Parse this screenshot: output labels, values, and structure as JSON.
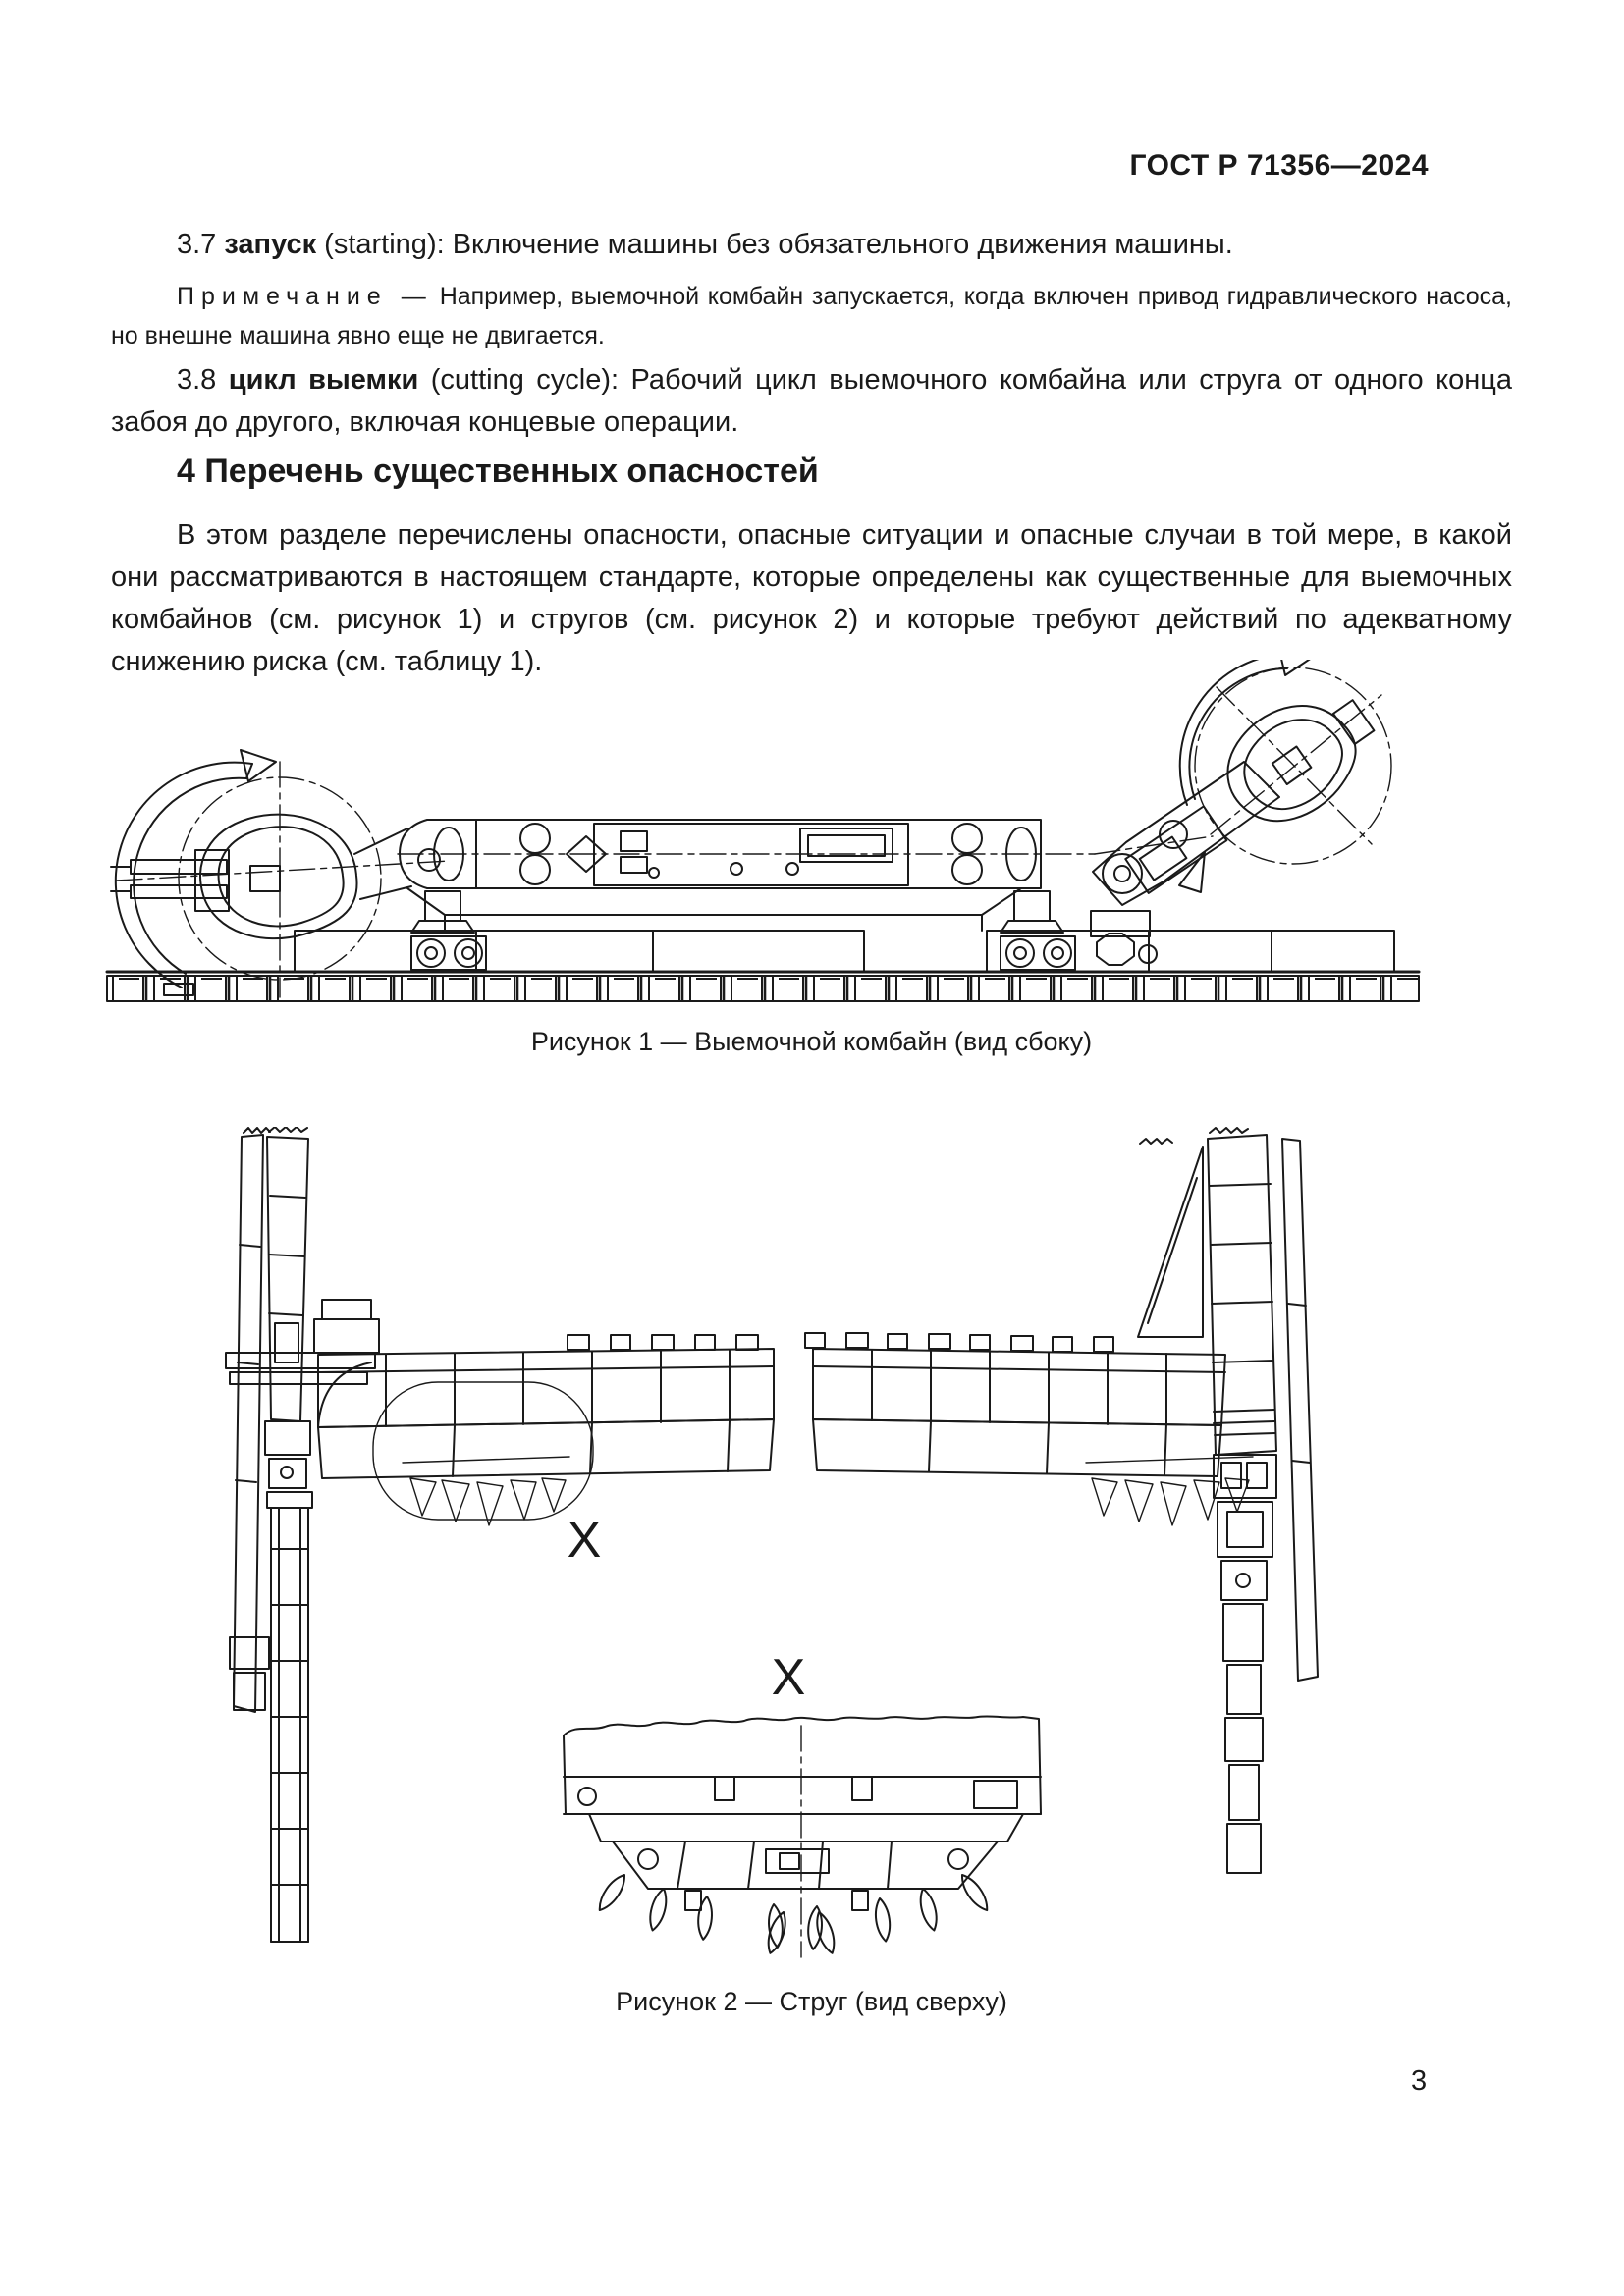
{
  "page": {
    "header": "ГОСТ Р 71356—2024",
    "page_number": "3"
  },
  "sections": {
    "item_3_7": {
      "number": "3.7",
      "term": "запуск",
      "rest": " (starting): Включение машины без обязательного движения машины."
    },
    "note": {
      "label": "Примечание",
      "dash": "—",
      "text": "Например, выемочной комбайн запускается, когда включен привод гидравлического насоса, но внешне машина явно еще не двигается."
    },
    "item_3_8": {
      "number": "3.8",
      "term": "цикл выемки",
      "rest": " (cutting cycle): Рабочий цикл выемочного комбайна или струга от одного конца забоя до другого, включая концевые операции."
    },
    "section_4": {
      "heading": "4 Перечень существенных опасностей",
      "paragraph": "В этом разделе перечислены опасности, опасные ситуации и опасные случаи в той мере, в какой они рассматриваются в настоящем стандарте, которые определены как существенные для выемочных комбайнов (см. рисунок 1) и стругов (см. рисунок 2) и которые требуют действий по адекватному снижению риска (см. таблицу 1)."
    }
  },
  "figures": {
    "figure1": {
      "caption": "Рисунок 1 — Выемочной комбайн (вид сбоку)",
      "description": "shearer-loader side view technical drawing"
    },
    "figure2": {
      "caption": "Рисунок 2 — Струг (вид сверху)",
      "detail_label_1": "X",
      "detail_label_2": "X",
      "description": "coal plough top view technical drawing"
    }
  }
}
